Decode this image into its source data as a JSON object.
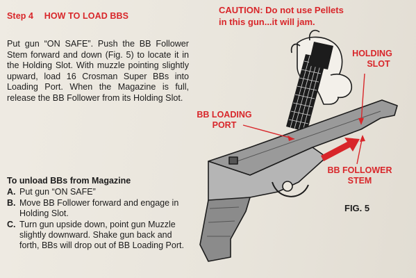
{
  "step": {
    "number": "Step 4",
    "title": "HOW TO LOAD BBS"
  },
  "caution": {
    "line1": "CAUTION: Do not use Pellets",
    "line2": "in this gun...it will jam."
  },
  "instructions": "Put gun “ON SAFE”. Push the BB Follower Stem forward and down (Fig. 5) to locate it in the Holding Slot. With muzzle pointing slightly upward, load 16 Crosman Super BBs into Loading Port. When the Magazine is full, release the BB Follower from its Holding Slot.",
  "unload": {
    "heading": "To unload BBs from Magazine",
    "steps": [
      {
        "letter": "A.",
        "text": "Put gun “ON SAFE”"
      },
      {
        "letter": "B.",
        "text": "Move BB Follower forward and engage in Holding Slot."
      },
      {
        "letter": "C.",
        "text": "Turn gun upside down, point gun Muzzle slightly downward. Shake gun back and forth, BBs will drop out of BB Loading Port."
      }
    ]
  },
  "figure": {
    "labels": {
      "holding_slot_1": "HOLDING",
      "holding_slot_2": "SLOT",
      "bb_loading_port_1": "BB LOADING",
      "bb_loading_port_2": "PORT",
      "bb_follower_stem_1": "BB FOLLOWER",
      "bb_follower_stem_2": "STEM"
    },
    "caption": "FIG. 5"
  },
  "colors": {
    "accent_red": "#d8262a",
    "ink": "#1c1c1c",
    "paper": "#ece8df"
  }
}
